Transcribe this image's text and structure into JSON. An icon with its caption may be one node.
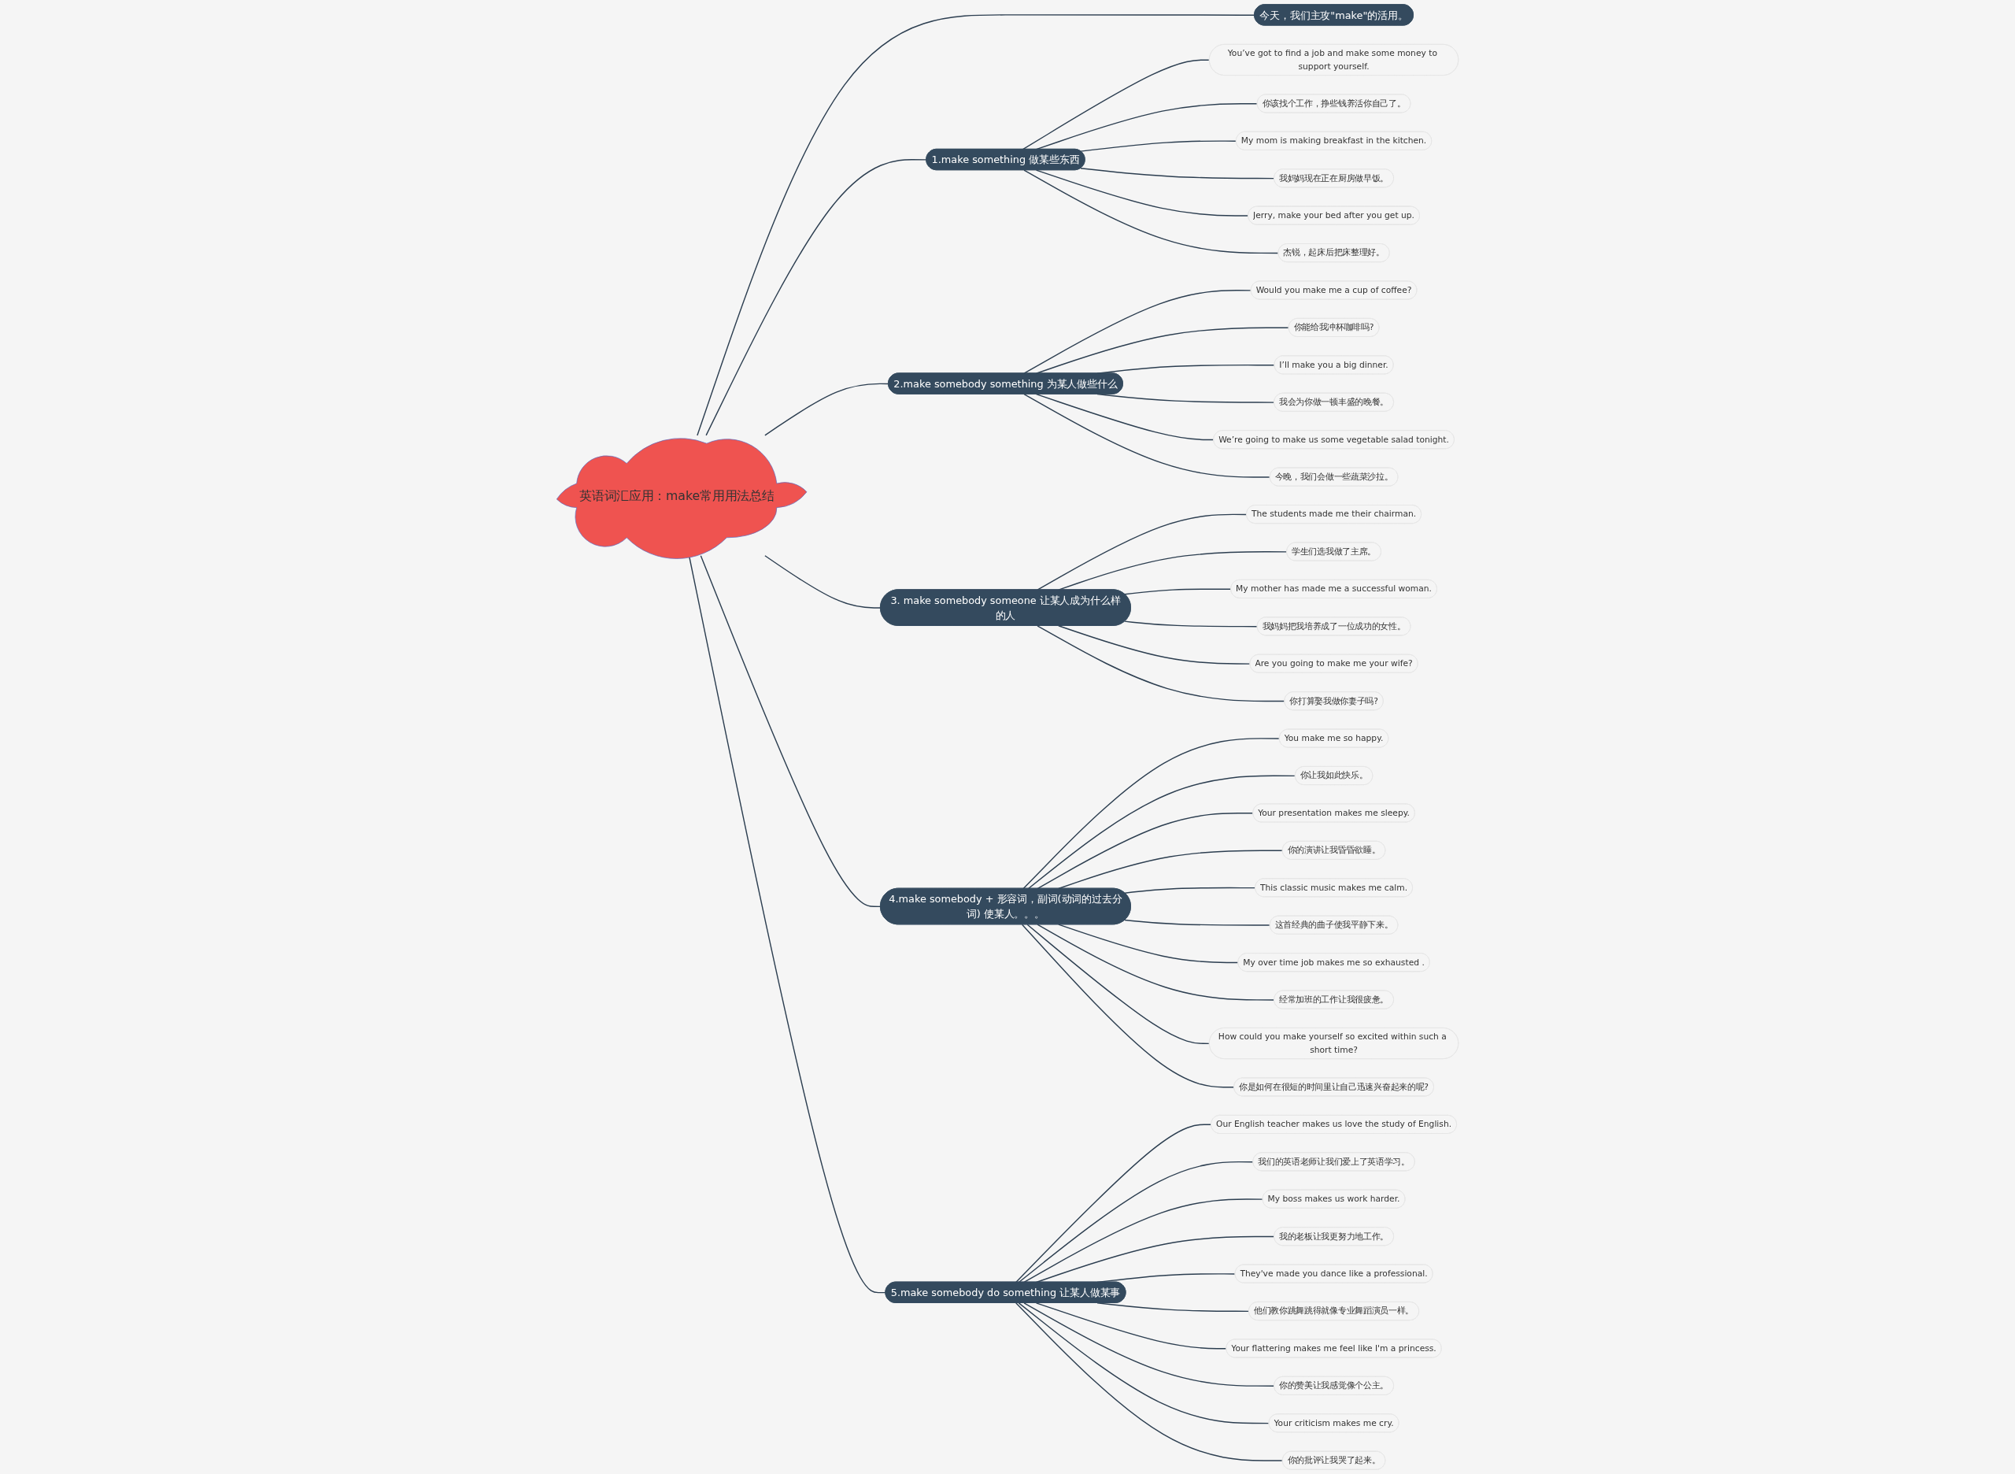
{
  "diagram": {
    "nodes": [
      {
        "text": [
          "英语词汇应用：make常用用法总结"
        ]
      },
      {
        "text": [
          "今天，我们主攻\"make\"的活用。"
        ]
      },
      {
        "text": [
          "1.make something 做某些东西"
        ]
      },
      {
        "text": [
          "You’ve got to find a job and make some money to support yourself."
        ]
      },
      {
        "text": [
          "你该找个工作，挣些钱养活你自己了。"
        ]
      },
      {
        "text": [
          "My mom is making breakfast in the kitchen."
        ]
      },
      {
        "text": [
          "我妈妈现在正在厨房做早饭。"
        ]
      },
      {
        "text": [
          "Jerry, make your bed after you get up."
        ]
      },
      {
        "text": [
          "杰锐，起床后把床整理好。"
        ]
      },
      {
        "text": [
          "2.make somebody something 为某人做些什么"
        ]
      },
      {
        "text": [
          "Would you make me a cup of coffee?"
        ]
      },
      {
        "text": [
          "你能给我冲杯咖啡吗?"
        ]
      },
      {
        "text": [
          "I’ll make you a big dinner."
        ]
      },
      {
        "text": [
          "我会为你做一顿丰盛的晚餐。"
        ]
      },
      {
        "text": [
          "We’re going to make us some vegetable salad tonight."
        ]
      },
      {
        "text": [
          "今晚，我们会做一些蔬菜沙拉。"
        ]
      },
      {
        "text": [
          "3. make somebody someone 让某人成为什么样的人"
        ]
      },
      {
        "text": [
          "The students made me their chairman."
        ]
      },
      {
        "text": [
          "学生们选我做了主席。"
        ]
      },
      {
        "text": [
          "My mother has made me a successful woman."
        ]
      },
      {
        "text": [
          "我妈妈把我培养成了一位成功的女性。"
        ]
      },
      {
        "text": [
          "Are you going to make me your wife?"
        ]
      },
      {
        "text": [
          "你打算娶我做你妻子吗?"
        ]
      },
      {
        "text": [
          "4.make somebody + 形容词，副词(动词的过去分词) 使某人。。。"
        ]
      },
      {
        "text": [
          "You make me so happy."
        ]
      },
      {
        "text": [
          "你让我如此快乐。"
        ]
      },
      {
        "text": [
          "Your presentation makes me sleepy."
        ]
      },
      {
        "text": [
          "你的演讲让我昏昏欲睡。"
        ]
      },
      {
        "text": [
          "This classic music makes me calm."
        ]
      },
      {
        "text": [
          "这首经典的曲子使我平静下来。"
        ]
      },
      {
        "text": [
          "My over time job makes me so exhausted ."
        ]
      },
      {
        "text": [
          "经常加班的工作让我很疲惫。"
        ]
      },
      {
        "text": [
          "How could you make yourself so excited within such a short time?"
        ]
      },
      {
        "text": [
          "你是如何在很短的时间里让自己迅速兴奋起来的呢?"
        ]
      },
      {
        "text": [
          "5.make somebody do something 让某人做某事"
        ]
      },
      {
        "text": [
          "Our English teacher makes us love the study of English."
        ]
      },
      {
        "text": [
          "我们的英语老师让我们爱上了英语学习。"
        ]
      },
      {
        "text": [
          "My boss makes us work harder."
        ]
      },
      {
        "text": [
          "我的老板让我更努力地工作。"
        ]
      },
      {
        "text": [
          "They've made you dance like a professional."
        ]
      },
      {
        "text": [
          "他们教你跳舞跳得就像专业舞蹈演员一样。"
        ]
      },
      {
        "text": [
          "Your flattering makes me feel like I'm a princess."
        ]
      },
      {
        "text": [
          "你的赞美让我感觉像个公主。"
        ]
      },
      {
        "text": [
          "Your criticism makes me cry."
        ]
      },
      {
        "text": [
          "你的批评让我哭了起来。"
        ]
      }
    ],
    "edges": [
      {
        "from": 0,
        "to": 1,
        "arrow": "none"
      },
      {
        "from": 0,
        "to": 2,
        "arrow": "none"
      },
      {
        "from": 2,
        "to": 3,
        "arrow": "none"
      },
      {
        "from": 2,
        "to": 4,
        "arrow": "none"
      },
      {
        "from": 2,
        "to": 5,
        "arrow": "none"
      },
      {
        "from": 2,
        "to": 6,
        "arrow": "none"
      },
      {
        "from": 2,
        "to": 7,
        "arrow": "none"
      },
      {
        "from": 2,
        "to": 8,
        "arrow": "none"
      },
      {
        "from": 0,
        "to": 9,
        "arrow": "none"
      },
      {
        "from": 9,
        "to": 10,
        "arrow": "none"
      },
      {
        "from": 9,
        "to": 11,
        "arrow": "none"
      },
      {
        "from": 9,
        "to": 12,
        "arrow": "none"
      },
      {
        "from": 9,
        "to": 13,
        "arrow": "none"
      },
      {
        "from": 9,
        "to": 14,
        "arrow": "none"
      },
      {
        "from": 9,
        "to": 15,
        "arrow": "none"
      },
      {
        "from": 0,
        "to": 16,
        "arrow": "none"
      },
      {
        "from": 16,
        "to": 17,
        "arrow": "none"
      },
      {
        "from": 16,
        "to": 18,
        "arrow": "none"
      },
      {
        "from": 16,
        "to": 19,
        "arrow": "none"
      },
      {
        "from": 16,
        "to": 20,
        "arrow": "none"
      },
      {
        "from": 16,
        "to": 21,
        "arrow": "none"
      },
      {
        "from": 16,
        "to": 22,
        "arrow": "none"
      },
      {
        "from": 0,
        "to": 23,
        "arrow": "none"
      },
      {
        "from": 23,
        "to": 24,
        "arrow": "none"
      },
      {
        "from": 23,
        "to": 25,
        "arrow": "none"
      },
      {
        "from": 23,
        "to": 26,
        "arrow": "none"
      },
      {
        "from": 23,
        "to": 27,
        "arrow": "none"
      },
      {
        "from": 23,
        "to": 28,
        "arrow": "none"
      },
      {
        "from": 23,
        "to": 29,
        "arrow": "none"
      },
      {
        "from": 23,
        "to": 30,
        "arrow": "none"
      },
      {
        "from": 23,
        "to": 31,
        "arrow": "none"
      },
      {
        "from": 23,
        "to": 32,
        "arrow": "none"
      },
      {
        "from": 23,
        "to": 33,
        "arrow": "none"
      },
      {
        "from": 0,
        "to": 34,
        "arrow": "none"
      },
      {
        "from": 34,
        "to": 35,
        "arrow": "none"
      },
      {
        "from": 34,
        "to": 36,
        "arrow": "none"
      },
      {
        "from": 34,
        "to": 37,
        "arrow": "none"
      },
      {
        "from": 34,
        "to": 38,
        "arrow": "none"
      },
      {
        "from": 34,
        "to": 39,
        "arrow": "none"
      },
      {
        "from": 34,
        "to": 40,
        "arrow": "none"
      },
      {
        "from": 34,
        "to": 41,
        "arrow": "none"
      },
      {
        "from": 34,
        "to": 42,
        "arrow": "none"
      },
      {
        "from": 34,
        "to": 43,
        "arrow": "none"
      },
      {
        "from": 34,
        "to": 44,
        "arrow": "none"
      }
    ]
  }
}
